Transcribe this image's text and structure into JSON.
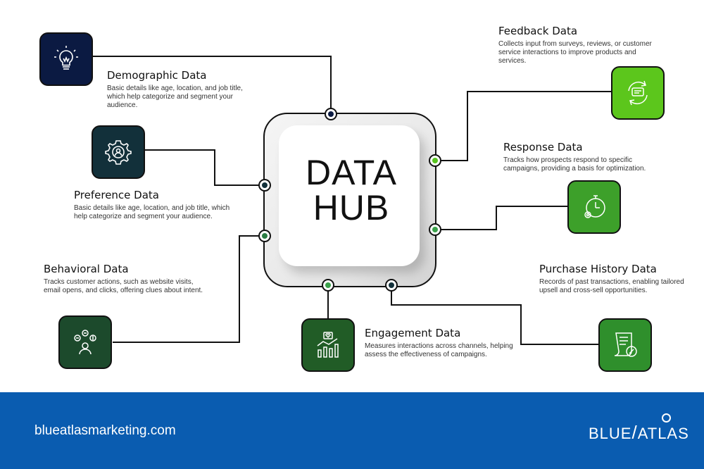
{
  "hub": {
    "line1": "DATA",
    "line2": "HUB"
  },
  "nodes": [
    {
      "title": "Demographic Data",
      "desc": "Basic details like age, location, and job title, which help categorize and segment your audience.",
      "icon": "lightbulb-icon",
      "color": "#0b1a42"
    },
    {
      "title": "Preference Data",
      "desc": "Basic details like age, location, and job title, which help categorize and segment your audience.",
      "icon": "gear-user-icon",
      "color": "#12303a"
    },
    {
      "title": "Behavioral Data",
      "desc": "Tracks customer actions, such as website visits, email opens, and clicks, offering clues about intent.",
      "icon": "person-analytics-icon",
      "color": "#1c4a2c"
    },
    {
      "title": "Engagement Data",
      "desc": "Measures interactions across channels, helping assess the effectiveness of campaigns.",
      "icon": "chart-heart-icon",
      "color": "#215c26"
    },
    {
      "title": "Feedback Data",
      "desc": "Collects input from surveys, reviews, or customer service interactions to improve products and services.",
      "icon": "feedback-cycle-icon",
      "color": "#5cc61c"
    },
    {
      "title": "Response Data",
      "desc": "Tracks how prospects respond to specific campaigns, providing a basis for optimization.",
      "icon": "stopwatch-gear-icon",
      "color": "#3da02a"
    },
    {
      "title": "Purchase History Data",
      "desc": "Records of past transactions, enabling tailored upsell and cross-sell opportunities.",
      "icon": "receipt-percent-icon",
      "color": "#2f8f2c"
    }
  ],
  "footer": {
    "url": "blueatlasmarketing.com",
    "logo_left": "BLUE",
    "logo_right": "ATLAS"
  }
}
